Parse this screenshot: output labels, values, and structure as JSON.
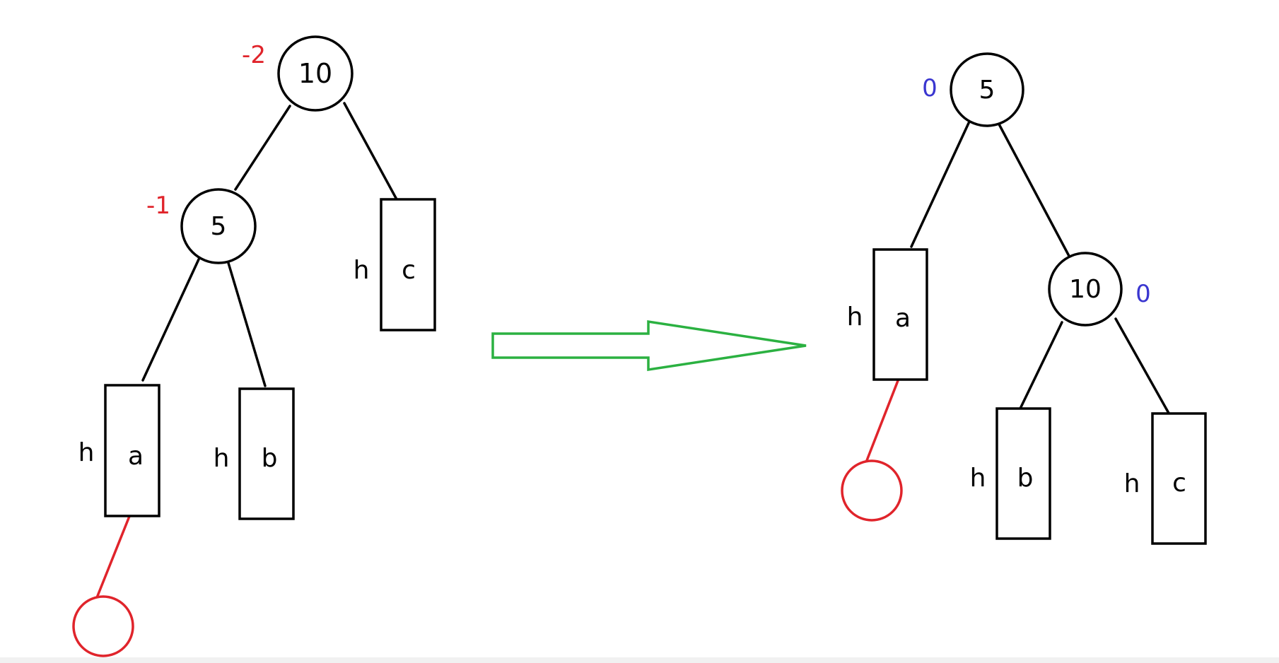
{
  "colors": {
    "ink": "#000000",
    "red": "#e0242b",
    "blue": "#3a36d0",
    "green": "#2bb141"
  },
  "left_tree": {
    "root": {
      "value": "10",
      "balance": "-2"
    },
    "child": {
      "value": "5",
      "balance": "-1"
    },
    "subtrees": {
      "a": {
        "height": "h",
        "label": "a"
      },
      "b": {
        "height": "h",
        "label": "b"
      },
      "c": {
        "height": "h",
        "label": "c"
      }
    }
  },
  "right_tree": {
    "root": {
      "value": "5",
      "balance": "0"
    },
    "child": {
      "value": "10",
      "balance": "0"
    },
    "subtrees": {
      "a": {
        "height": "h",
        "label": "a"
      },
      "b": {
        "height": "h",
        "label": "b"
      },
      "c": {
        "height": "h",
        "label": "c"
      }
    }
  }
}
